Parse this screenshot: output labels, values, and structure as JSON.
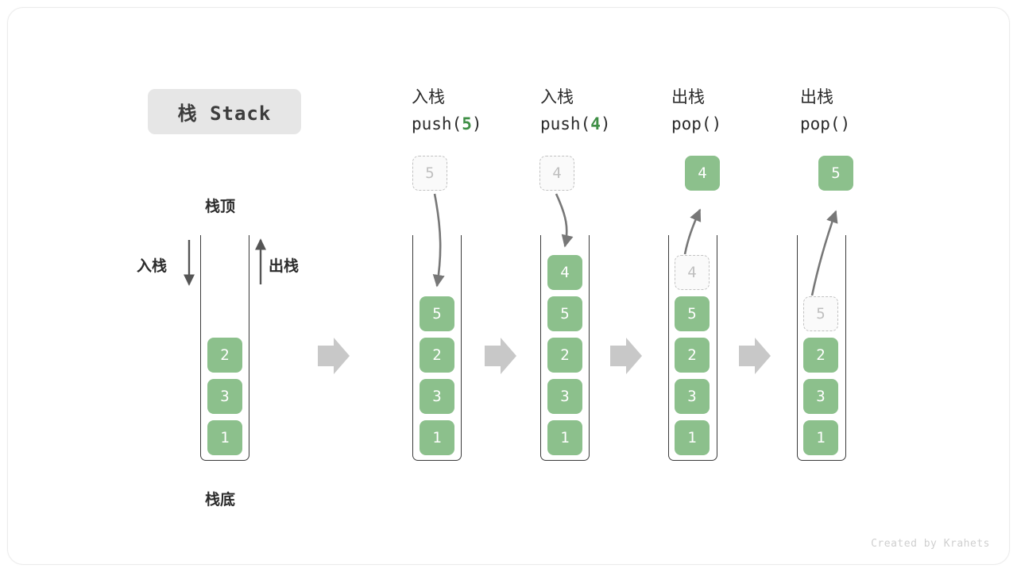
{
  "figure": {
    "title_badge": "栈 Stack",
    "credit": "Created by Krahets",
    "top_label": "栈顶",
    "bottom_label": "栈底",
    "push_label": "入栈",
    "pop_label": "出栈",
    "colors": {
      "cell_fill": "#8cc08c",
      "cell_text": "#ffffff",
      "ghost_fill": "#fafafa",
      "ghost_border": "#c2c2c2",
      "ghost_text": "#bfbfbf",
      "tube_border": "#3a3a3a",
      "badge_bg": "#e6e6e6",
      "arrow_gray": "#c8c8c8",
      "thin_arrow": "#555555",
      "accent_green": "#3f8f46",
      "card_border": "#ececec"
    }
  },
  "panels": [
    {
      "id": "initial",
      "op_line1": "",
      "op_line2": "",
      "op_arg": "",
      "stack": [
        "2",
        "3",
        "1"
      ],
      "ghost_in_stack": null,
      "floating_box": null,
      "floating_box_state": null,
      "arrow_direction": null
    },
    {
      "id": "push-5",
      "op_line1": "入栈",
      "op_line2": "push(",
      "op_arg": "5",
      "op_line2_end": ")",
      "stack": [
        "5",
        "2",
        "3",
        "1"
      ],
      "ghost_in_stack": null,
      "floating_box": "5",
      "floating_box_state": "ghost",
      "arrow_direction": "down"
    },
    {
      "id": "push-4",
      "op_line1": "入栈",
      "op_line2": "push(",
      "op_arg": "4",
      "op_line2_end": ")",
      "stack": [
        "4",
        "5",
        "2",
        "3",
        "1"
      ],
      "ghost_in_stack": null,
      "floating_box": "4",
      "floating_box_state": "ghost",
      "arrow_direction": "down"
    },
    {
      "id": "pop-4",
      "op_line1": "出栈",
      "op_line2": "pop(",
      "op_arg": "",
      "op_line2_end": ")",
      "stack": [
        "5",
        "2",
        "3",
        "1"
      ],
      "ghost_in_stack": "4",
      "floating_box": "4",
      "floating_box_state": "filled",
      "arrow_direction": "up"
    },
    {
      "id": "pop-5",
      "op_line1": "出栈",
      "op_line2": "pop(",
      "op_arg": "",
      "op_line2_end": ")",
      "stack": [
        "2",
        "3",
        "1"
      ],
      "ghost_in_stack": "5",
      "floating_box": "5",
      "floating_box_state": "filled",
      "arrow_direction": "up"
    }
  ]
}
